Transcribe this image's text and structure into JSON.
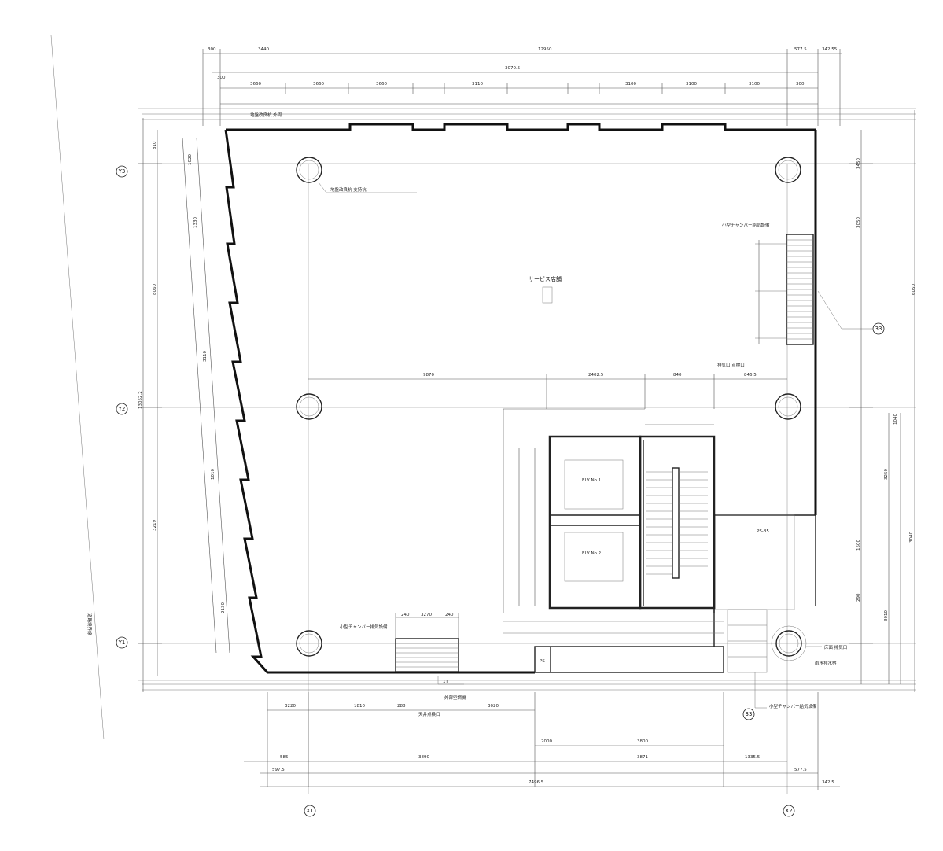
{
  "dimensions_top": [
    "300",
    "3440",
    "12950",
    "577.5",
    "342.55",
    "3070.5",
    "300",
    "3660",
    "3660",
    "3660",
    "3110",
    "3100",
    "3100",
    "3100",
    "300"
  ],
  "dimensions_bottom": [
    "3220",
    "1810",
    "288",
    "3020",
    "2000",
    "3800",
    "3871",
    "3890",
    "1335.5",
    "585",
    "597.5",
    "7496.5",
    "577.5",
    "342.5"
  ],
  "dimensions_left": [
    "810",
    "8060",
    "13052.2",
    "3219",
    "1020",
    "1330",
    "3110",
    "1010",
    "2130"
  ],
  "dimensions_right": [
    "3450",
    "3050",
    "6050",
    "1040",
    "3250",
    "1500",
    "3040",
    "290",
    "3010"
  ],
  "labels": {
    "main_room": "サービス店舗",
    "ev1": "ELV No.1",
    "ev2": "ELV No.2",
    "ps": "PS",
    "ps2": "PS-B5",
    "note_top": "地盤改良杭 外周",
    "note_col": "地盤改良杭 支持杭",
    "note_right": "小型チャンバー給気設備",
    "note_mid": "排気口 点検口",
    "note_bl": "小型チャンバー排気設備",
    "note_bottom": "外部空調機",
    "note_bottom2": "天井点検口",
    "note_br1": "床面 排気口",
    "note_br2": "雨水排水桝",
    "note_br3": "小型チャンバー給気設備",
    "north": "道路境界線"
  },
  "grid_labels": {
    "y1": "Y3",
    "y2": "Y2",
    "y3": "Y1",
    "x1": "X1",
    "x2": "X2",
    "c1": "33",
    "c2": "33"
  }
}
